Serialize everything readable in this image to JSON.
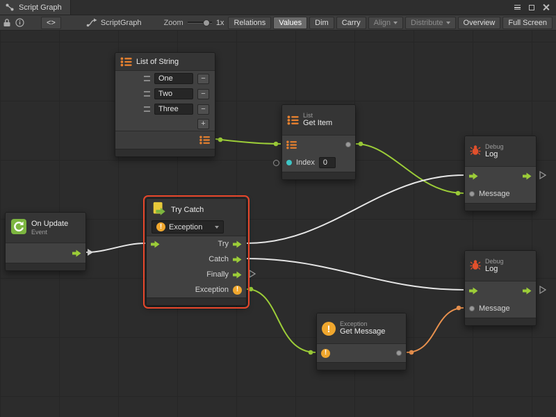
{
  "window": {
    "tab_title": "Script Graph"
  },
  "toolbar": {
    "code_label": "<>",
    "graph_label": "ScriptGraph",
    "zoom_label": "Zoom",
    "zoom_value": "1x",
    "buttons": {
      "relations": "Relations",
      "values": "Values",
      "dim": "Dim",
      "carry": "Carry",
      "align": "Align",
      "distribute": "Distribute",
      "overview": "Overview",
      "full_screen": "Full Screen"
    }
  },
  "nodes": {
    "list_of_string": {
      "title": "List of String",
      "items": [
        "One",
        "Two",
        "Three"
      ],
      "remove_label": "−",
      "add_label": "+"
    },
    "get_item": {
      "category": "List",
      "title": "Get Item",
      "index_label": "Index",
      "index_value": "0"
    },
    "debug_log_top": {
      "category": "Debug",
      "title": "Log",
      "message_label": "Message"
    },
    "debug_log_bottom": {
      "category": "Debug",
      "title": "Log",
      "message_label": "Message"
    },
    "on_update": {
      "title": "On Update",
      "subtitle": "Event"
    },
    "try_catch": {
      "title": "Try Catch",
      "dropdown_value": "Exception",
      "ports": [
        "Try",
        "Catch",
        "Finally",
        "Exception"
      ]
    },
    "get_message": {
      "category": "Exception",
      "title": "Get Message"
    }
  },
  "connections": [
    {
      "from": "list-of-string.output",
      "to": "get-item.list-input",
      "color": "green"
    },
    {
      "from": "get-item.output",
      "to": "debug-log-top.message",
      "color": "green"
    },
    {
      "from": "on-update.flow-out",
      "to": "try-catch.flow-in",
      "color": "white"
    },
    {
      "from": "try-catch.try",
      "to": "debug-log-top.flow-in",
      "color": "white"
    },
    {
      "from": "try-catch.catch",
      "to": "debug-log-bottom.flow-in",
      "color": "white"
    },
    {
      "from": "try-catch.exception",
      "to": "get-message.exception-input",
      "color": "green"
    },
    {
      "from": "get-message.output",
      "to": "debug-log-bottom.message",
      "color": "orange"
    }
  ],
  "colors": {
    "flow-green": "#9ccd38",
    "value-orange": "#e8914e",
    "wire-white": "#e6e6e6",
    "list-orange": "#e8812f",
    "bug-red": "#e2502c",
    "warning-yellow": "#f0a72e",
    "event-green": "#7cb53f",
    "trycatch-yellow": "#e8c93a",
    "selection-red": "#e8472b",
    "teal": "#3ec6c6"
  }
}
